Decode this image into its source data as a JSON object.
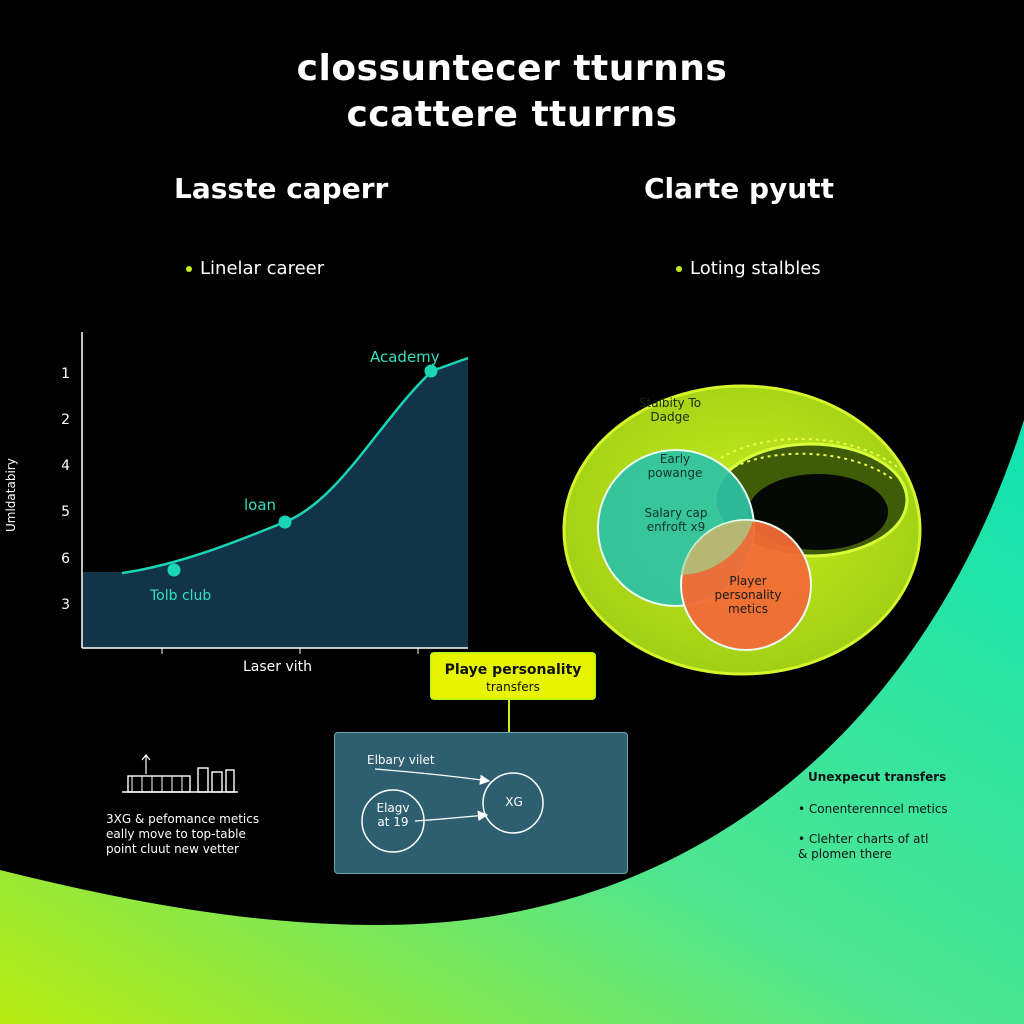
{
  "title": {
    "line1": "clossuntecer tturnns",
    "line2": "ccattere tturrns"
  },
  "left_section": {
    "heading": "Lasste caperr",
    "bullet": "Linelar career"
  },
  "right_section": {
    "heading": "Clarte pyutt",
    "bullet": "Loting stalbles"
  },
  "career_chart": {
    "y_axis_label": "Umldatabiry",
    "y_ticks": [
      "1",
      "2",
      "4",
      "5",
      "6",
      "3"
    ],
    "x_label": "Laser vith",
    "points": [
      {
        "label": "Tolb club",
        "x": 0.2,
        "y": 0.28
      },
      {
        "label": "loan",
        "x": 0.5,
        "y": 0.45
      },
      {
        "label": "Academy",
        "x": 0.9,
        "y": 0.92
      }
    ]
  },
  "callout": {
    "title": "Playe personality",
    "subtitle": "transfers"
  },
  "flow_panel": {
    "top_label": "Elbary vilet",
    "left_node": "Elagv at 19",
    "right_node": "XG"
  },
  "venn": {
    "title": "Stalbity To Dadge",
    "circle_a_top": "Early powange",
    "circle_a_bottom": "Salary cap enfroft x9",
    "circle_b": "Player personality metics"
  },
  "left_note": {
    "line1": "3XG & pefomance metics",
    "line2": "eally move to top-table",
    "line3": "point cluut new vetter"
  },
  "right_note": {
    "heading": "Unexpecut transfers",
    "item1": "Conenterenncel metics",
    "item2": "Clehter charts of atl & plomen there"
  },
  "colors": {
    "background": "#000000",
    "lime": "#c6f01a",
    "teal": "#14e0b0",
    "chart_fill": "#12344a",
    "curve": "#1ad6b4",
    "orange": "#f26a36"
  }
}
